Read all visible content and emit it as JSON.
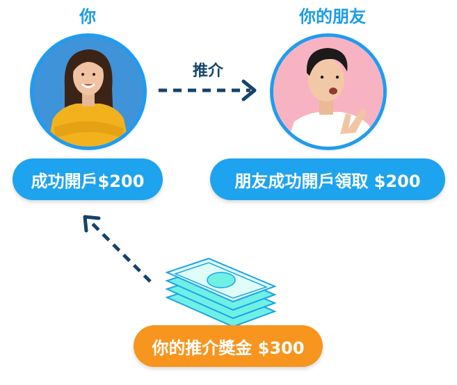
{
  "you": {
    "label": "你",
    "reward": "成功開戶$200"
  },
  "friend": {
    "label": "你的朋友",
    "reward": "朋友成功開戶領取 $200"
  },
  "refer_label": "推介",
  "bonus": "你的推介獎金 $300",
  "colors": {
    "accent_blue": "#1ea3ef",
    "bonus_orange": "#f7951f",
    "arrow_navy": "#14436b",
    "money_teal": "#6ff0e4"
  },
  "icons": {
    "arrow_right": "dashed-arrow-right-icon",
    "arrow_up_left": "dashed-arrow-up-left-icon",
    "money": "money-stack-icon"
  }
}
